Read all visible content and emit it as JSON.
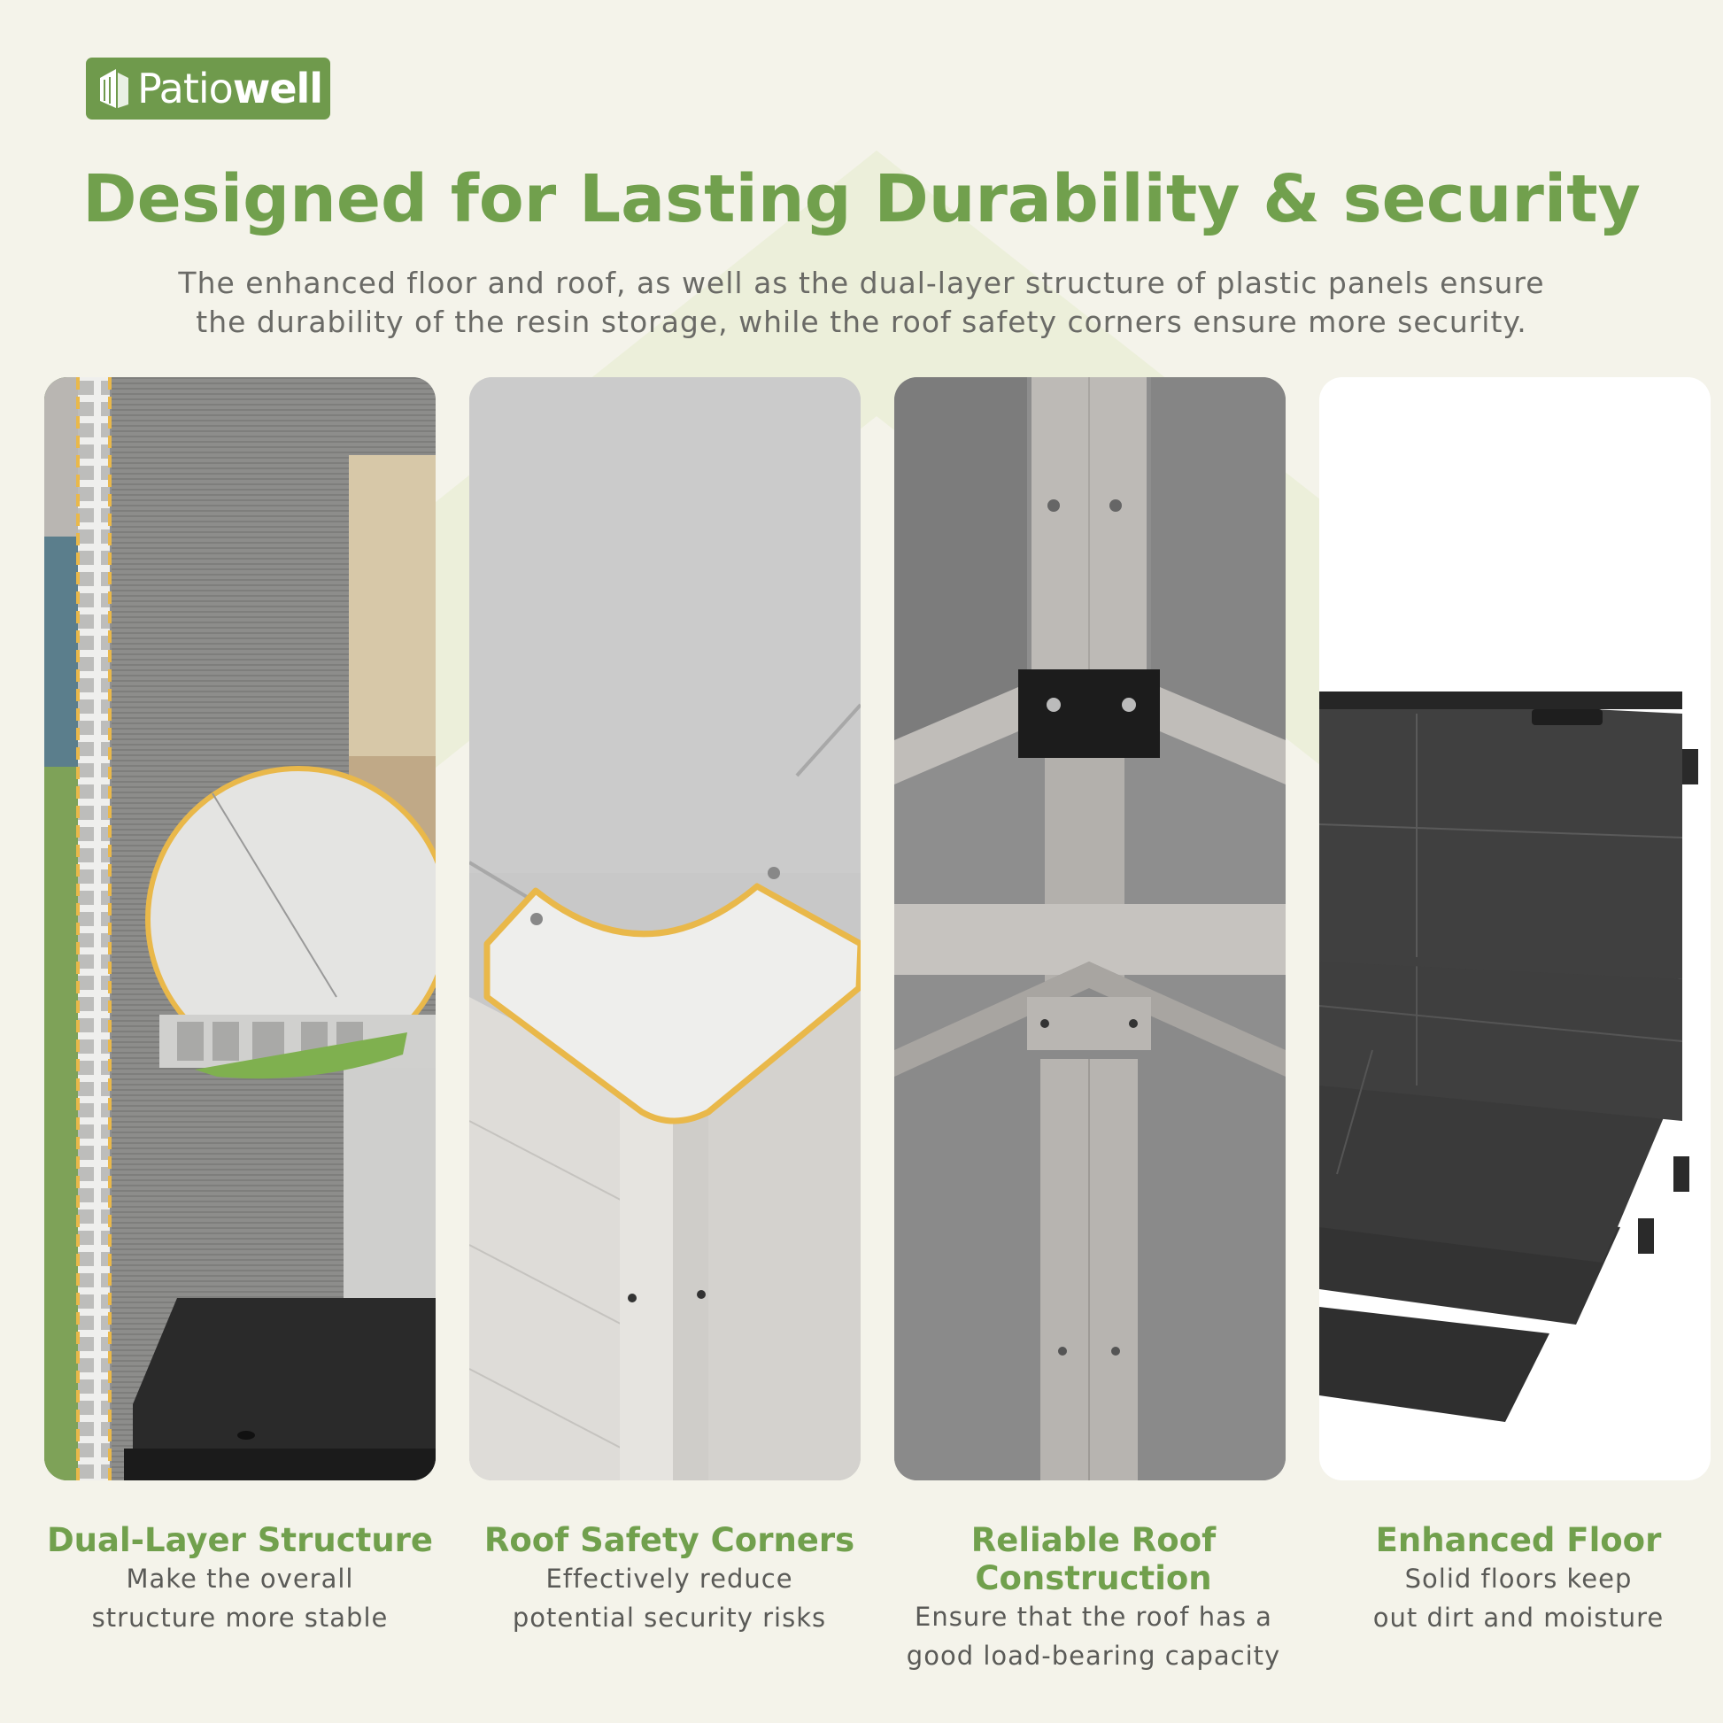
{
  "brand": {
    "name_light": "Patio",
    "name_bold": "well"
  },
  "header": {
    "title": "Designed for Lasting Durability & security",
    "subtitle_line1": "The enhanced floor and roof, as well as the dual-layer structure of plastic panels ensure",
    "subtitle_line2": "the durability of the resin storage, while the roof safety corners ensure more security."
  },
  "features": [
    {
      "title": "Dual-Layer Structure",
      "desc_line1": "Make the overall",
      "desc_line2": "structure more stable"
    },
    {
      "title": "Roof Safety Corners",
      "desc_line1": "Effectively reduce",
      "desc_line2": "potential security risks"
    },
    {
      "title_line1": "Reliable Roof",
      "title_line2": "Construction",
      "desc_line1": "Ensure that the roof has a",
      "desc_line2": "good load-bearing capacity"
    },
    {
      "title": "Enhanced Floor",
      "desc_line1": "Solid floors keep",
      "desc_line2": "out dirt and moisture"
    }
  ],
  "colors": {
    "brand_green": "#71a04d",
    "accent_yellow": "#e9b84a",
    "background": "#f4f3ea"
  }
}
